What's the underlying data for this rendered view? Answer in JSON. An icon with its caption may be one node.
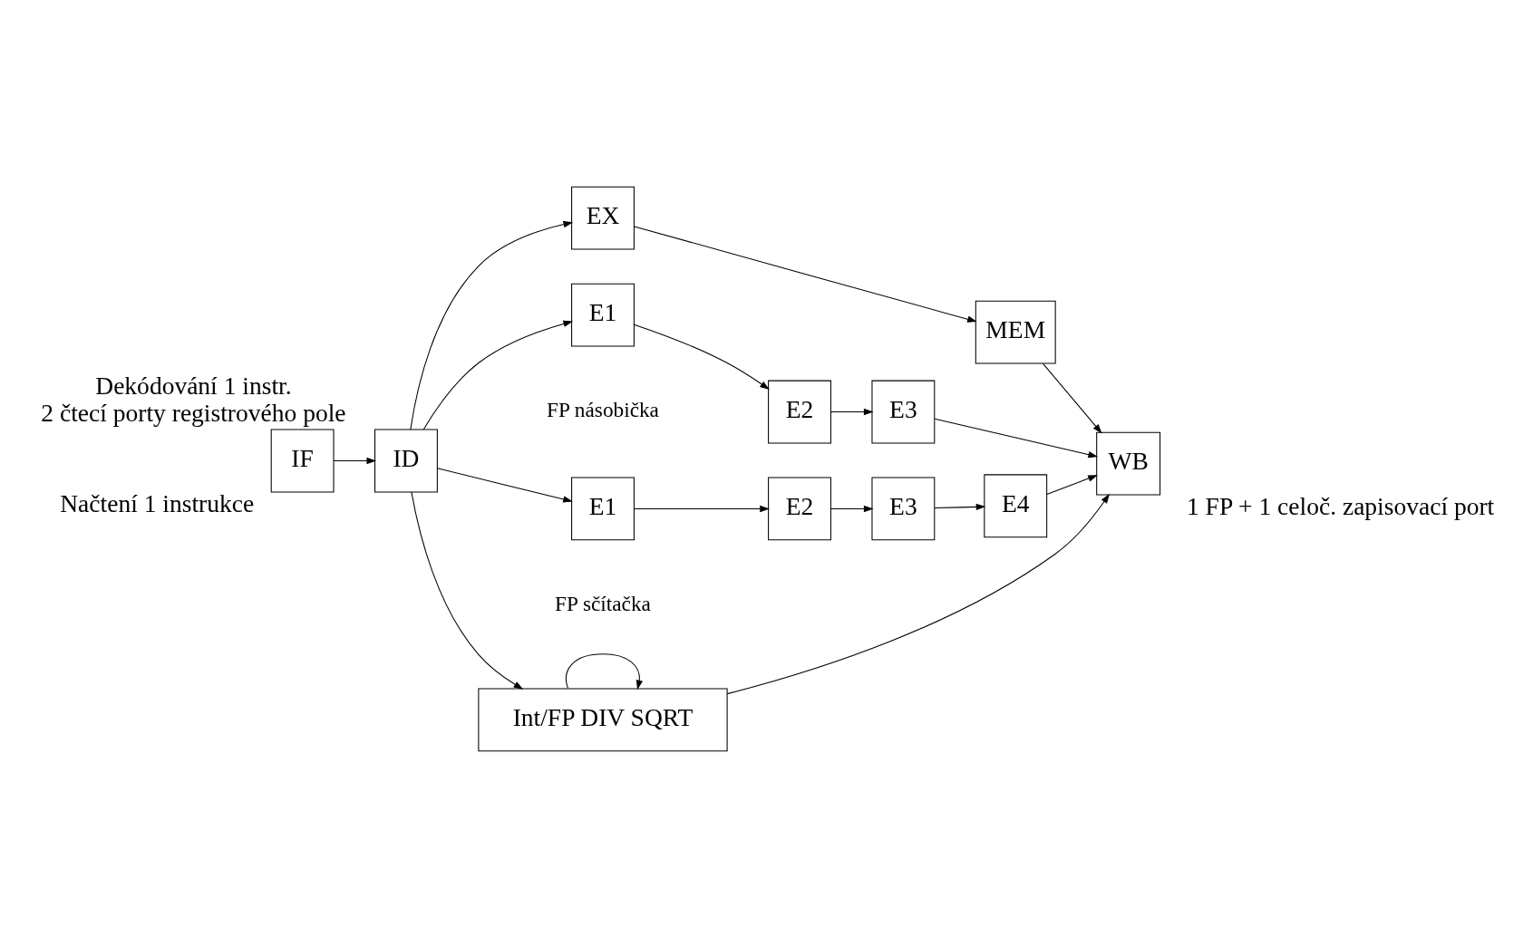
{
  "diagram": {
    "nodes": [
      {
        "text": [
          "IF"
        ],
        "beside": [
          "Načtení 1 instrukce"
        ]
      },
      {
        "text": [
          "ID"
        ],
        "beside": [
          "Dekódování 1 instr.",
          "2 čtecí porty registrového pole"
        ]
      },
      {
        "text": [
          "EX"
        ]
      },
      {
        "text": [
          "MEM"
        ]
      },
      {
        "text": [
          "E1"
        ]
      },
      {
        "text": [
          "E2"
        ]
      },
      {
        "text": [
          "E3"
        ]
      },
      {
        "text": [
          "E1"
        ]
      },
      {
        "text": [
          "E2"
        ]
      },
      {
        "text": [
          "E3"
        ]
      },
      {
        "text": [
          "E4"
        ]
      },
      {
        "text": [
          "Int/FP DIV SQRT"
        ]
      },
      {
        "text": [
          "WB"
        ],
        "beside": [
          "1 FP + 1 celoč. zapisovací port"
        ]
      }
    ],
    "edges": [
      {
        "from": 0,
        "to": 1,
        "arrow": "to"
      },
      {
        "from": 1,
        "to": 2,
        "arrow": "to"
      },
      {
        "from": 2,
        "to": 3,
        "arrow": "to"
      },
      {
        "from": 3,
        "to": 12,
        "arrow": "to"
      },
      {
        "from": 1,
        "to": 4,
        "arrow": "to"
      },
      {
        "from": 4,
        "to": 5,
        "arrow": "to"
      },
      {
        "from": 5,
        "to": 6,
        "arrow": "to"
      },
      {
        "from": 6,
        "to": 12,
        "arrow": "to"
      },
      {
        "from": 1,
        "to": 7,
        "arrow": "to"
      },
      {
        "from": 7,
        "to": 8,
        "arrow": "to"
      },
      {
        "from": 8,
        "to": 9,
        "arrow": "to"
      },
      {
        "from": 9,
        "to": 10,
        "arrow": "to"
      },
      {
        "from": 10,
        "to": 12,
        "arrow": "to"
      },
      {
        "from": 1,
        "to": 11,
        "arrow": "to"
      },
      {
        "from": 11,
        "to": 12,
        "arrow": "to"
      },
      {
        "from": 11,
        "to": 11,
        "arrow": "to"
      }
    ],
    "labels": [
      "FP násobička",
      "FP sčítačka"
    ]
  }
}
